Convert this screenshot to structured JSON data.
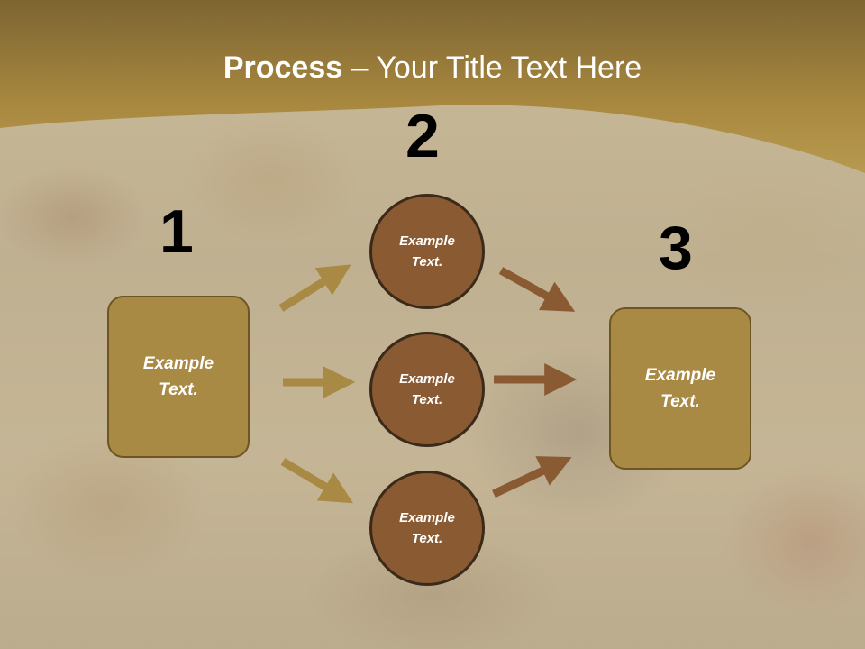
{
  "title": {
    "bold": "Process",
    "rest": " – Your Title Text Here"
  },
  "numbers": [
    "1",
    "2",
    "3"
  ],
  "left_box": {
    "label": "Example\nText."
  },
  "middle_circles": [
    {
      "label": "Example\nText."
    },
    {
      "label": "Example\nText."
    },
    {
      "label": "Example\nText."
    }
  ],
  "right_box": {
    "label": "Example\nText."
  },
  "colors": {
    "header_gold": "#a8883f",
    "box_fill": "#a88a45",
    "circle_fill": "#8a5a32",
    "arrow_left": "#a88a45",
    "arrow_right": "#8a5a32"
  }
}
